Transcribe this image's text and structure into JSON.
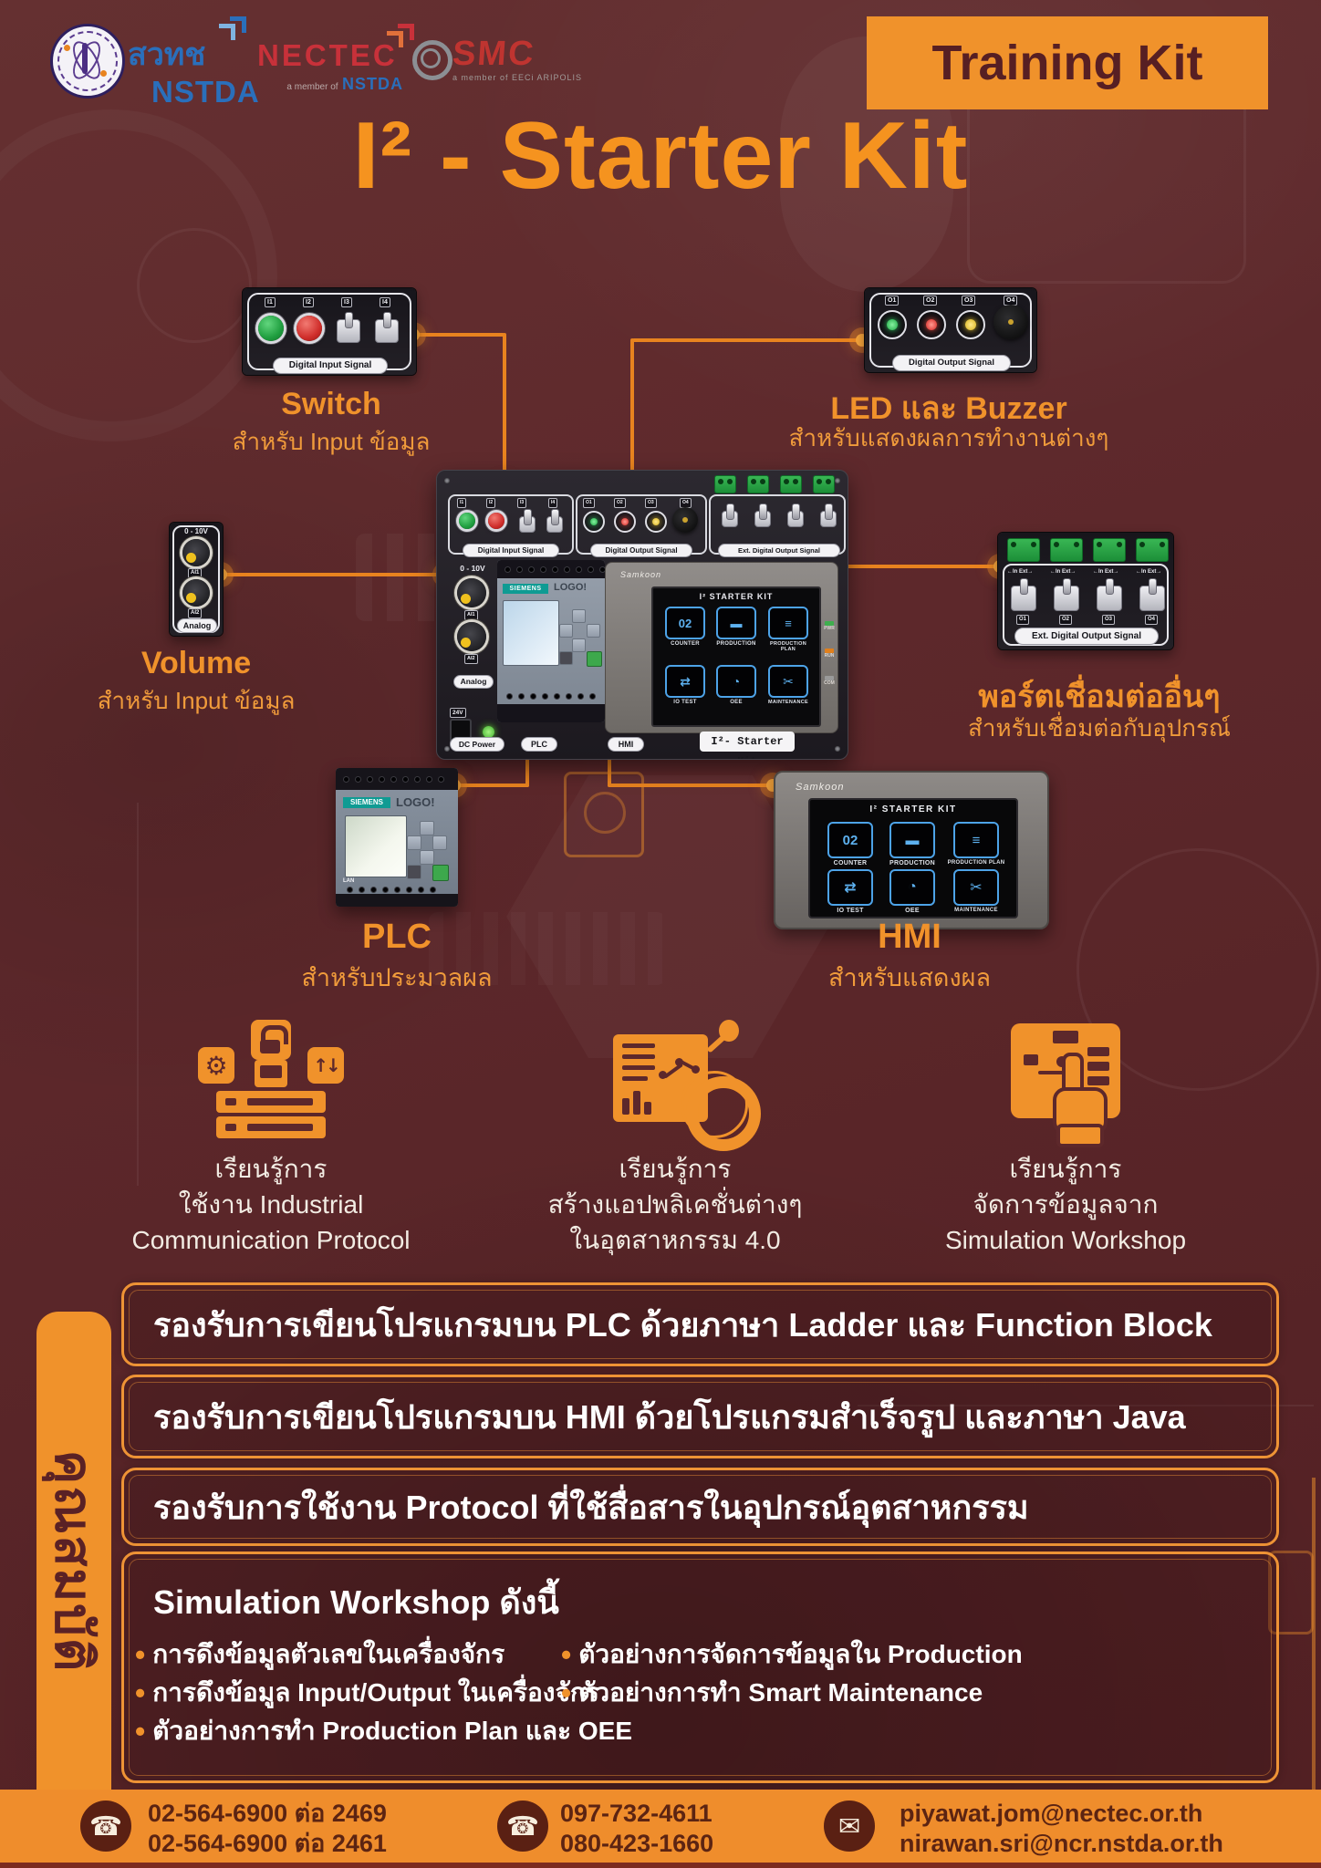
{
  "colors": {
    "background": "#5d282b",
    "accent_orange": "#f0922b",
    "title_orange": "#f5931f",
    "footer_orange": "#ef8d2c",
    "connector_orange": "#e8831f",
    "dark_maroon_text": "#571f23",
    "white_text": "#f3efe9",
    "logo_blue": "#2a6fbb",
    "logo_red": "#c8313a",
    "hmi_screen_blue": "#4da3e8"
  },
  "glyphs": {
    "phone_icon": "☎",
    "mail_icon": "✉",
    "gear_icon": "⚙",
    "transfer_icon": "↑↓"
  },
  "header": {
    "badge": "Training Kit",
    "nstda": {
      "thai": "สวทช",
      "en": "NSTDA"
    },
    "nectec": {
      "name": "NECTEC",
      "member_prefix": "a member of",
      "member_of": "NSTDA"
    },
    "smc": {
      "name": "SMC",
      "member": "a member of EECi ARIPOLIS"
    }
  },
  "title": "I² - Starter Kit",
  "diagram": {
    "switch": {
      "labels": [
        "I1",
        "I2",
        "I3",
        "I4"
      ],
      "caption": "Digital Input Signal",
      "title": "Switch",
      "desc": "สำหรับ Input ข้อมูล"
    },
    "led": {
      "labels": [
        "O1",
        "O2",
        "O3",
        "O4"
      ],
      "caption": "Digital Output Signal",
      "title": "LED และ Buzzer",
      "desc": "สำหรับแสดงผลการทำงานต่างๆ"
    },
    "volume": {
      "range": "0 - 10V",
      "labels": [
        "AI1",
        "AI2"
      ],
      "caption": "Analog",
      "title": "Volume",
      "desc": "สำหรับ Input ข้อมูล"
    },
    "ext": {
      "io_label": "←In Ext→",
      "labels": [
        "O1",
        "O2",
        "O3",
        "O4"
      ],
      "caption": "Ext. Digital Output Signal",
      "title": "พอร์ตเชื่อมต่ออื่นๆ",
      "desc": "สำหรับเชื่อมต่อกับอุปกรณ์"
    },
    "plc": {
      "title": "PLC",
      "desc": "สำหรับประมวลผล",
      "brand": "SIEMENS",
      "model": "LOGO!",
      "lan": "LAN"
    },
    "hmi": {
      "title": "HMI",
      "desc": "สำหรับแสดงผล",
      "brand": "Samkoon",
      "screen_title": "I² STARTER KIT"
    },
    "kit": {
      "input_caption": "Digital Input Signal",
      "input_labels": [
        "I1",
        "I2",
        "I3",
        "I4"
      ],
      "output_caption": "Digital Output Signal",
      "output_labels": [
        "O1",
        "O2",
        "O3",
        "O4"
      ],
      "ext_caption": "Ext. Digital Output Signal",
      "analog_range": "0 - 10V",
      "analog_labels": [
        "AI1",
        "AI2"
      ],
      "analog_caption": "Analog",
      "volt": "24V",
      "power_caption": "DC Power",
      "plc_caption": "PLC",
      "hmi_caption": "HMI",
      "kit_label": "I²- Starter Kit",
      "siemens": "SIEMENS",
      "logo_model": "LOGO!",
      "samkoon": "Samkoon",
      "screen_title": "I² STARTER KIT",
      "apps": [
        "COUNTER",
        "PRODUCTION",
        "PRODUCTION PLAN",
        "IO TEST",
        "OEE",
        "MAINTENANCE"
      ],
      "app_glyphs": [
        "02",
        "▬",
        "≡",
        "⇄",
        "◔",
        "✂"
      ],
      "indicators": [
        "PWR",
        "RUN",
        "COM"
      ]
    }
  },
  "features": [
    {
      "lines": [
        "เรียนรู้การ",
        "ใช้งาน Industrial",
        "Communication Protocol"
      ]
    },
    {
      "lines": [
        "เรียนรู้การ",
        "สร้างแอปพลิเคชั่นต่างๆ",
        "ในอุตสาหกรรม 4.0"
      ]
    },
    {
      "lines": [
        "เรียนรู้การ",
        "จัดการข้อมูลจาก",
        "Simulation Workshop"
      ]
    }
  ],
  "specs": {
    "side_label": "คุณสมบัติ",
    "boxes": [
      "รองรับการเขียนโปรแกรมบน PLC ด้วยภาษา Ladder และ Function Block",
      "รองรับการเขียนโปรแกรมบน HMI ด้วยโปรแกรมสำเร็จรูป และภาษา Java",
      "รองรับการใช้งาน Protocol ที่ใช้สื่อสารในอุปกรณ์อุตสาหกรรม"
    ],
    "workshop": {
      "heading": "Simulation Workshop ดังนี้",
      "left": [
        "การดึงข้อมูลตัวเลขในเครื่องจักร",
        "การดึงข้อมูล Input/Output ในเครื่องจักร",
        "ตัวอย่างการทำ Production Plan และ OEE"
      ],
      "right": [
        "ตัวอย่างการจัดการข้อมูลใน Production",
        "ตัวอย่างการทำ Smart Maintenance"
      ]
    }
  },
  "footer": {
    "phone_a": [
      "02-564-6900 ต่อ 2469",
      "02-564-6900 ต่อ 2461"
    ],
    "phone_b": [
      "097-732-4611",
      "080-423-1660"
    ],
    "emails": [
      "piyawat.jom@nectec.or.th",
      "nirawan.sri@ncr.nstda.or.th"
    ]
  }
}
